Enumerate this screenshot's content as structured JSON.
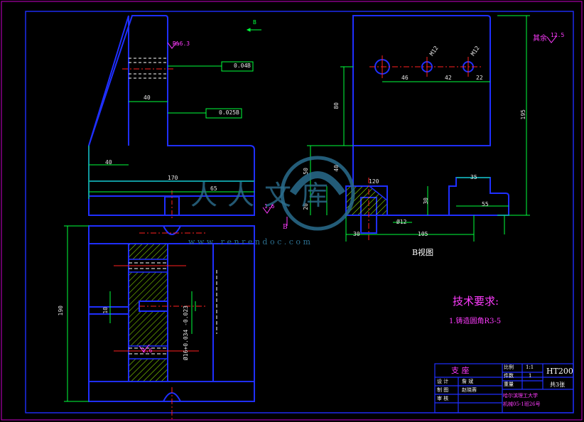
{
  "colors": {
    "background": "#000000",
    "part_outline": "#1f2fff",
    "dimension": "#00ff3c",
    "center_line": "#ff2020",
    "hatch": "#9fff00",
    "annotation": "#ff3bff",
    "frame": "#c800c8",
    "text": "#ffffff",
    "watermark": "#2a6d8d"
  },
  "views": {
    "section_label": "B",
    "view_b_title": "B视图",
    "section_mark_lower": "B"
  },
  "dimensions": {
    "width_40_top": "40",
    "width_40_left": "40",
    "total_170": "170",
    "step_65": "65",
    "height_190": "190",
    "hole_10": "10",
    "bore": "Ø16+0.034 -0.023",
    "d46": "46",
    "d42": "42",
    "d22": "22",
    "d80": "80",
    "d195": "195",
    "d50": "50",
    "d40v": "40",
    "d20": "20",
    "d120": "120",
    "d12": "Ø12",
    "d30": "30",
    "d105": "105",
    "d30v": "30",
    "d35": "35",
    "d55": "55",
    "thread_1": "M12",
    "thread_2": "M12"
  },
  "tolerances": {
    "parallel": {
      "value": "0.04",
      "datum": "B"
    },
    "perpendicular": {
      "value": "0.025",
      "datum": "B"
    }
  },
  "roughness": {
    "top": "Ra6.3",
    "base": "1.6",
    "bore": "1.6",
    "rest_label": "其余",
    "rest_value": "12.5"
  },
  "requirements": {
    "title": "技术要求:",
    "items": [
      "1.铸造圆角R3-5"
    ]
  },
  "title_block": {
    "part_name": "支 座",
    "material": "HT200",
    "scale_label": "比例",
    "scale": "1:1",
    "count_label": "件数",
    "count": "1",
    "weight_label": "重量",
    "sheet": "共3张",
    "design_label": "设 计",
    "design_name": "詹 斌",
    "draw_label": "制 图",
    "draw_name": "赵晓蓉",
    "check_label": "审 核",
    "school": "哈尔滨理工大学",
    "class": "机械05-1班26号"
  },
  "watermark": {
    "logo_text": "人人文库",
    "url": "w w w . r e n r e n d o c . c o m"
  }
}
